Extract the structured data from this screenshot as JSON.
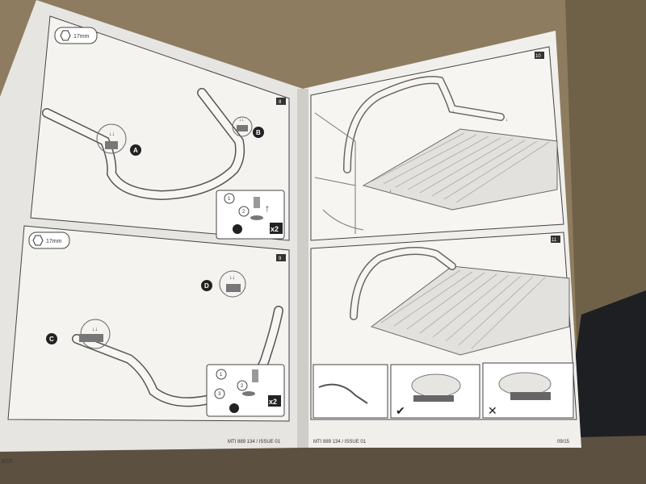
{
  "manual": {
    "left_page": {
      "panel_top": {
        "wrench_size": "17mm",
        "step_marker": "8",
        "callout_a": "A",
        "callout_b": "B",
        "qty": "x2",
        "part_1": "1",
        "part_2": "2"
      },
      "panel_bottom": {
        "wrench_size": "17mm",
        "step_marker": "9",
        "callout_c": "C",
        "callout_d": "D",
        "qty": "x2",
        "part_1": "1",
        "part_2": "2",
        "part_3": "3"
      },
      "footer_left": "8/15",
      "footer_code": "MTI 889 134  /  ISSUE 01"
    },
    "right_page": {
      "panel_top": {
        "step_marker": "10"
      },
      "panel_bottom": {
        "step_marker": "11"
      },
      "footer_code": "MTI 889 134  /  ISSUE 01",
      "footer_right": "09/15"
    }
  },
  "colors": {
    "paper": "#ecebe8",
    "ink": "#2a2a2a",
    "cardboard": "#8a7a5e"
  }
}
